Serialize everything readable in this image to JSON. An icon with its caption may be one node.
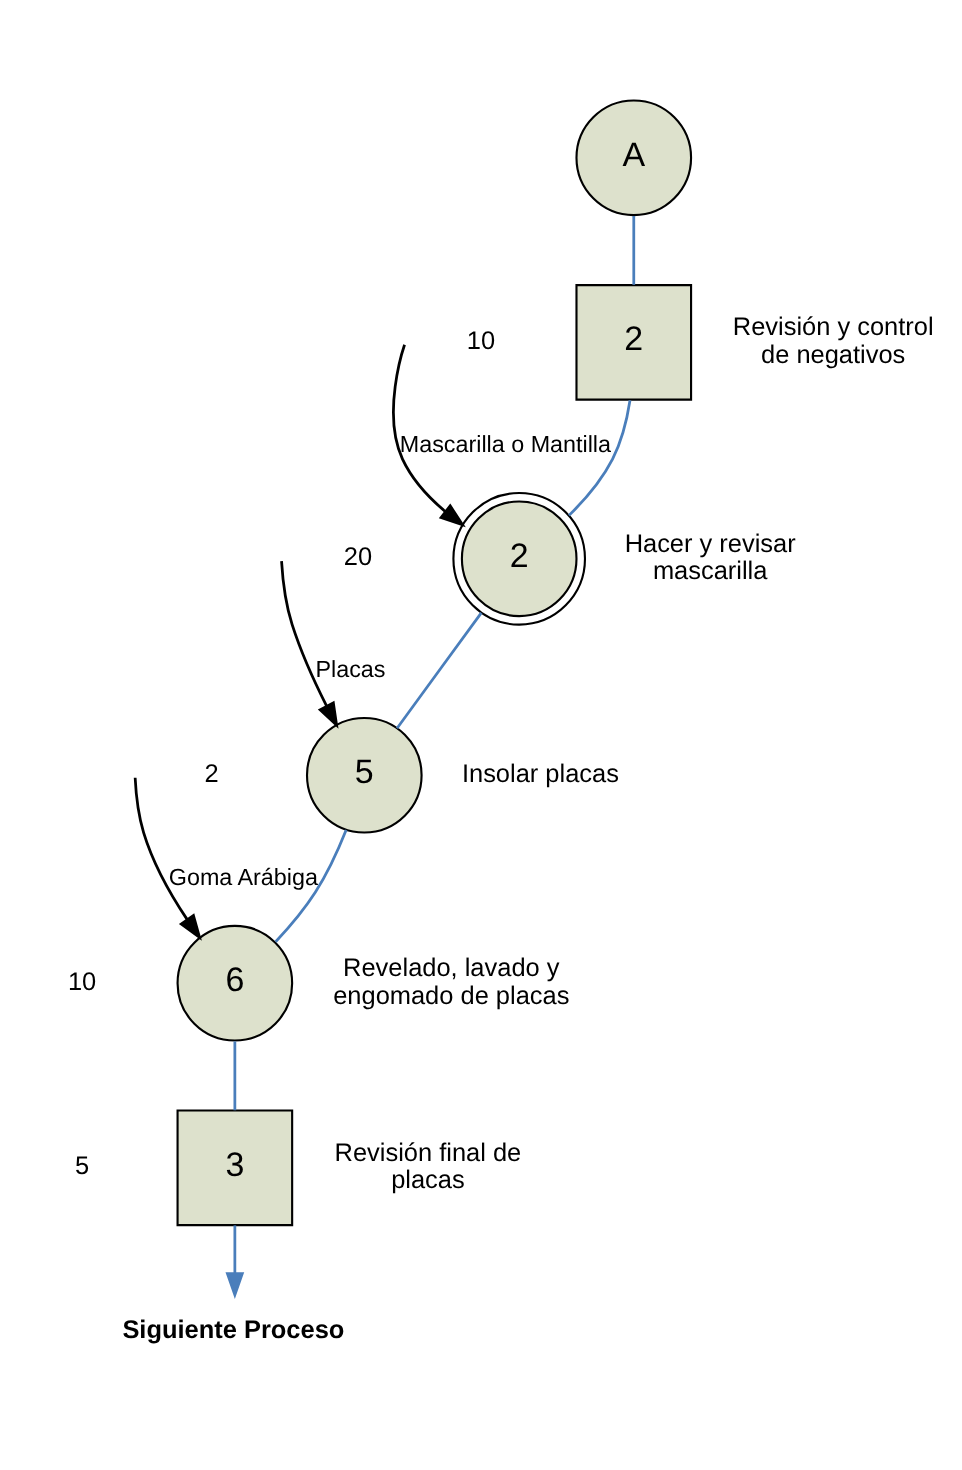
{
  "diagram": {
    "nodes": [
      {
        "text": [
          "A"
        ]
      },
      {
        "text": [
          "2"
        ],
        "beside": [
          "10",
          "Revisión y control de negativos"
        ]
      },
      {
        "text": [
          "2"
        ],
        "beside": [
          "20",
          "Hacer y revisar mascarilla"
        ]
      },
      {
        "text": [
          "5"
        ],
        "beside": [
          "2",
          "Insolar placas"
        ]
      },
      {
        "text": [
          "6"
        ],
        "beside": [
          "10",
          "Revelado, lavado y engomado de placas"
        ]
      },
      {
        "text": [
          "3"
        ],
        "beside": [
          "5",
          "Revisión final de placas"
        ]
      },
      {
        "text": [
          "Siguiente Proceso"
        ]
      }
    ],
    "edges": [
      {
        "from": 0,
        "to": 1,
        "arrow": "none"
      },
      {
        "from": 1,
        "to": 2,
        "arrow": "none"
      },
      {
        "from": null,
        "to": 2,
        "arrow": "to",
        "label": "Mascarilla o Mantilla",
        "color": "#000000"
      },
      {
        "from": 2,
        "to": 3,
        "arrow": "none"
      },
      {
        "from": null,
        "to": 3,
        "arrow": "to",
        "label": "Placas",
        "color": "#000000"
      },
      {
        "from": 3,
        "to": 4,
        "arrow": "none"
      },
      {
        "from": null,
        "to": 4,
        "arrow": "to",
        "label": "Goma Arábiga",
        "color": "#000000"
      },
      {
        "from": 4,
        "to": 5,
        "arrow": "none"
      },
      {
        "from": 5,
        "to": 6,
        "arrow": "to"
      }
    ]
  }
}
